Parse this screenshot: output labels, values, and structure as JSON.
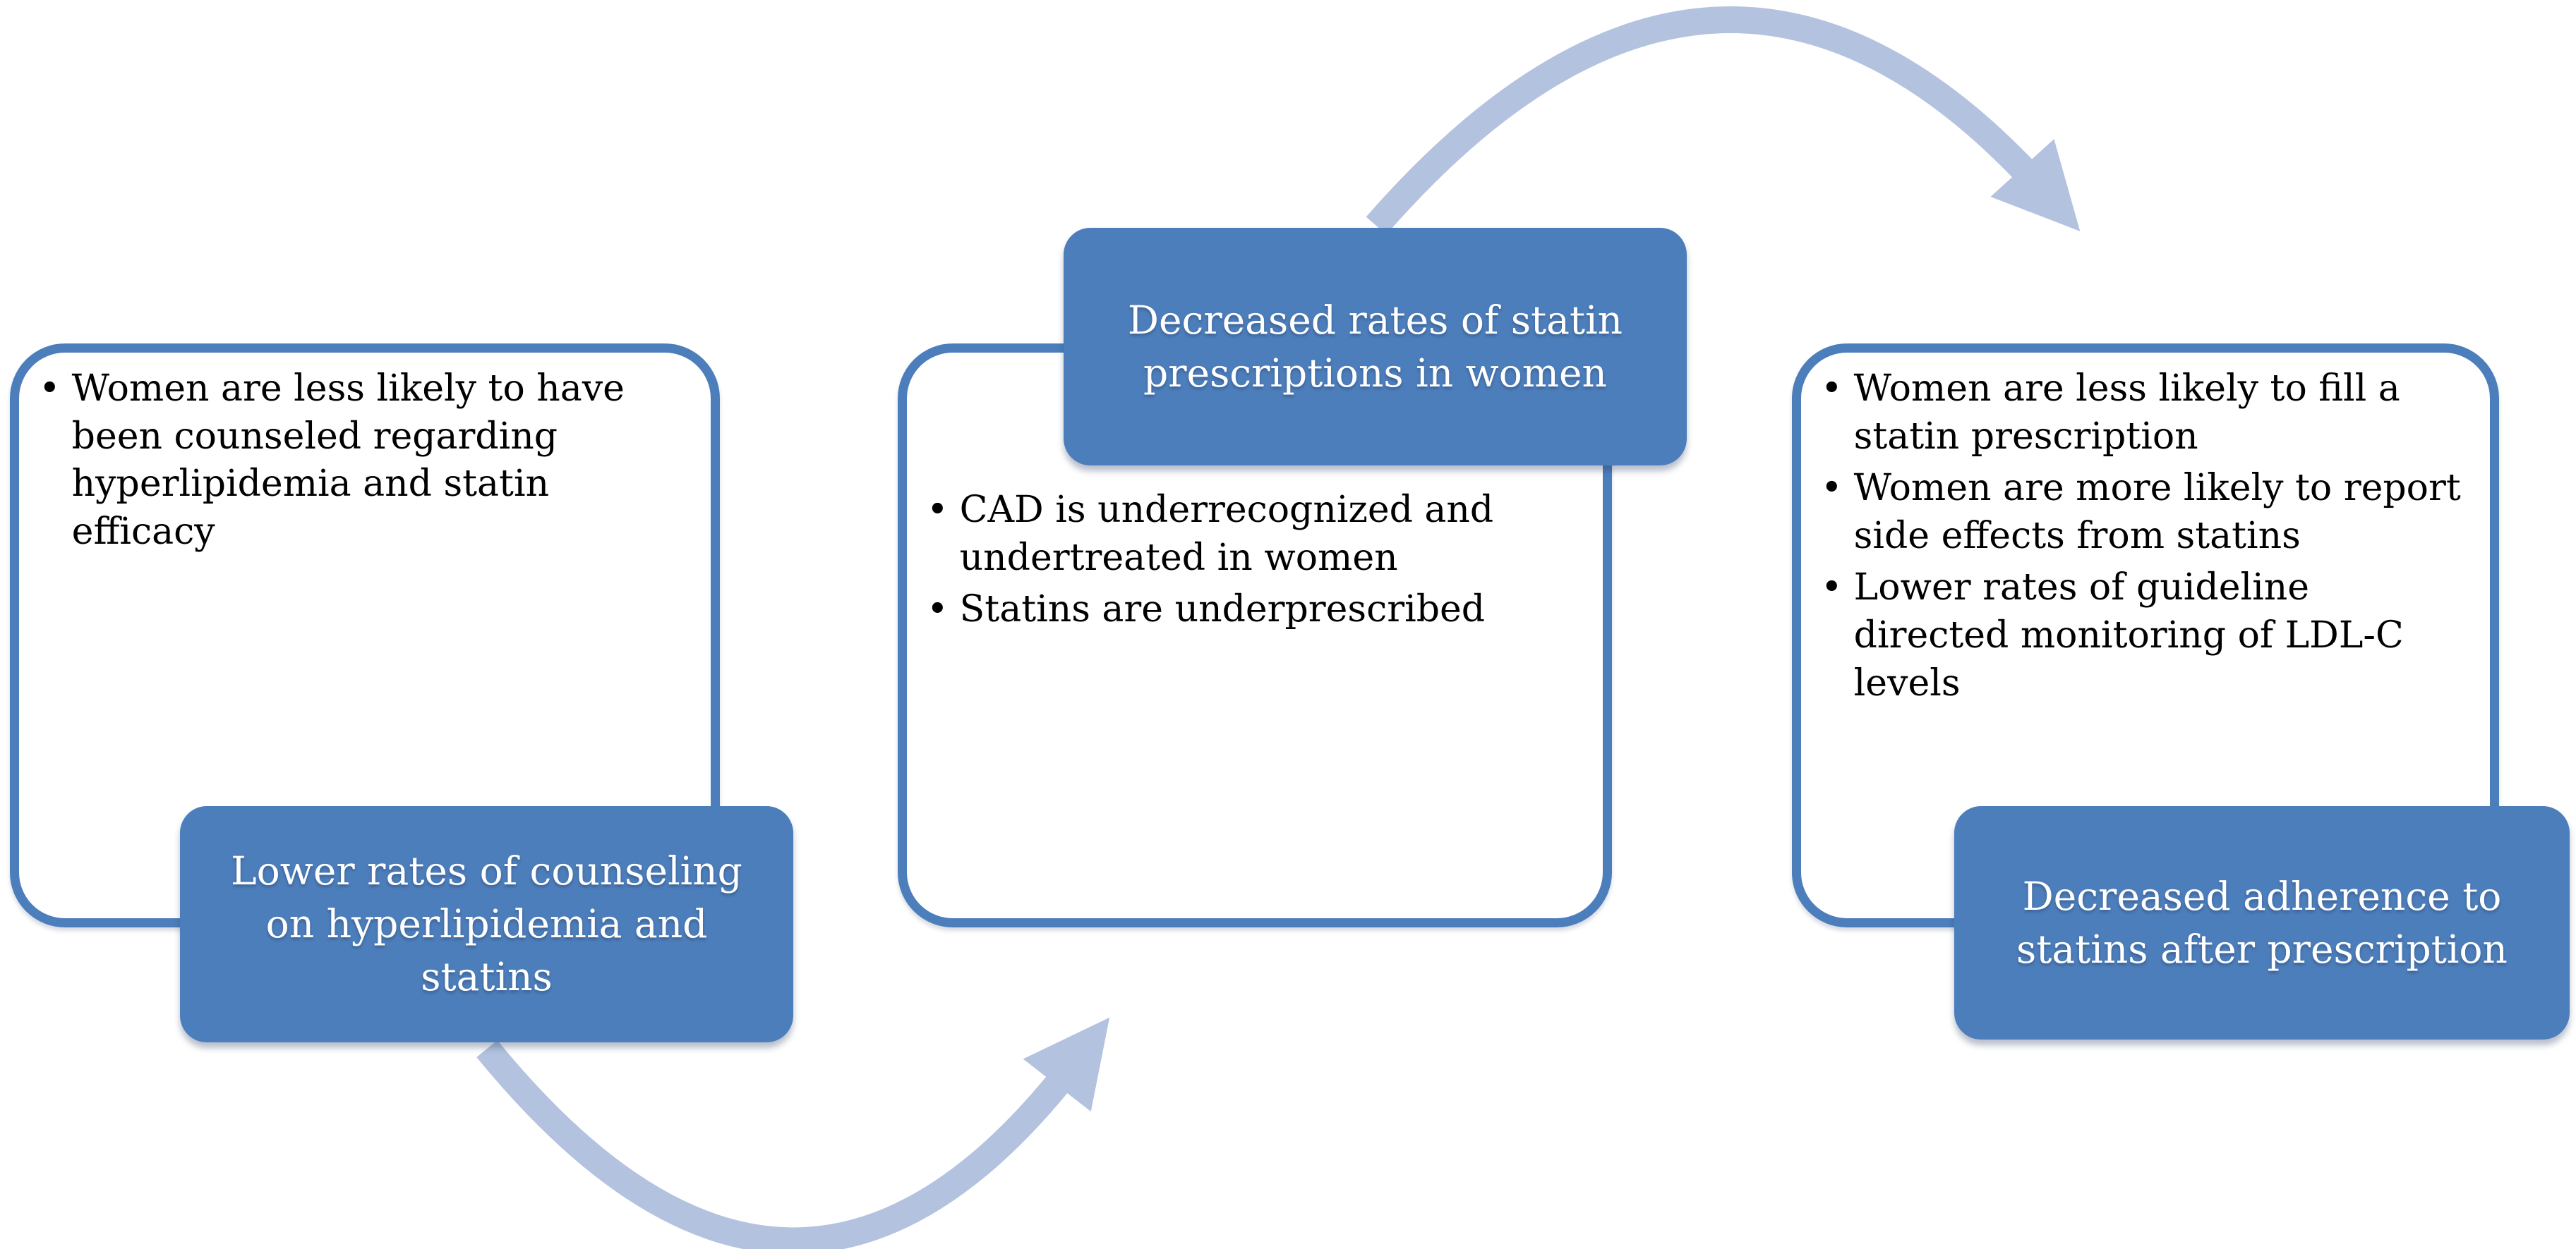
{
  "bullet_char": "•",
  "colors": {
    "box_fill": "#4d7ebc",
    "box_border": "#4c7ebc",
    "label_text": "#ffffff",
    "body_text": "#000000",
    "arrow": "#b3c2df",
    "background": "#ffffff"
  },
  "panels": [
    {
      "id": "counseling",
      "bullets": [
        "Women are less likely to have been counseled regarding hyperlipidemia and statin efficacy"
      ],
      "label": "Lower rates of counseling on hyperlipidemia and statins",
      "label_position": "bottom"
    },
    {
      "id": "prescriptions",
      "bullets": [
        "CAD is underrecognized and undertreated in women",
        "Statins are underprescribed"
      ],
      "label": "Decreased rates of statin prescriptions in women",
      "label_position": "top"
    },
    {
      "id": "adherence",
      "bullets": [
        "Women are less likely to fill a statin prescription",
        "Women are more likely to report side effects from statins",
        "Lower rates of guideline directed monitoring of LDL-C levels"
      ],
      "label": "Decreased adherence to statins after prescription",
      "label_position": "bottom"
    }
  ],
  "arrows": [
    {
      "name": "curved-arrow-counseling-to-prescriptions",
      "shape": "u-curve",
      "points": "up-right"
    },
    {
      "name": "curved-arrow-prescriptions-to-adherence",
      "shape": "arch",
      "points": "down-right"
    }
  ]
}
